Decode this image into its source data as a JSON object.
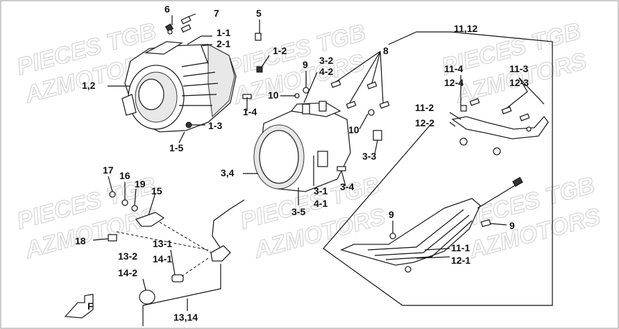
{
  "watermark": {
    "line1": "PIECES TGB",
    "line2": "AZMOTORS"
  },
  "labels": {
    "l6": "6",
    "l7": "7",
    "l5": "5",
    "l1_1": "1-1",
    "l2_1": "2-1",
    "l1_2": "1-2",
    "l1_2b": "1,2",
    "l9a": "9",
    "l3_2": "3-2",
    "l4_2": "4-2",
    "l8": "8",
    "l11_12": "11,12",
    "l11_4": "11-4",
    "l12_4": "12-4",
    "l11_3": "11-3",
    "l12_3": "12-3",
    "l10a": "10",
    "l1_4": "1-4",
    "l1_3": "1-3",
    "l1_5": "1-5",
    "l11_2": "11-2",
    "l12_2": "12-2",
    "l10b": "10",
    "l3_3": "3-3",
    "l3_4b": "3,4",
    "l17": "17",
    "l16": "16",
    "l19": "19",
    "l15": "15",
    "l3_1": "3-1",
    "l4_1": "4-1",
    "l3_4": "3-4",
    "l3_5": "3-5",
    "l9b": "9",
    "l9c": "9",
    "l18": "18",
    "l13_1": "13-1",
    "l14_1": "14-1",
    "l13_2": "13-2",
    "l14_2": "14-2",
    "l11_1": "11-1",
    "l12_1": "12-1",
    "l13_14": "13,14",
    "lF": "F"
  }
}
